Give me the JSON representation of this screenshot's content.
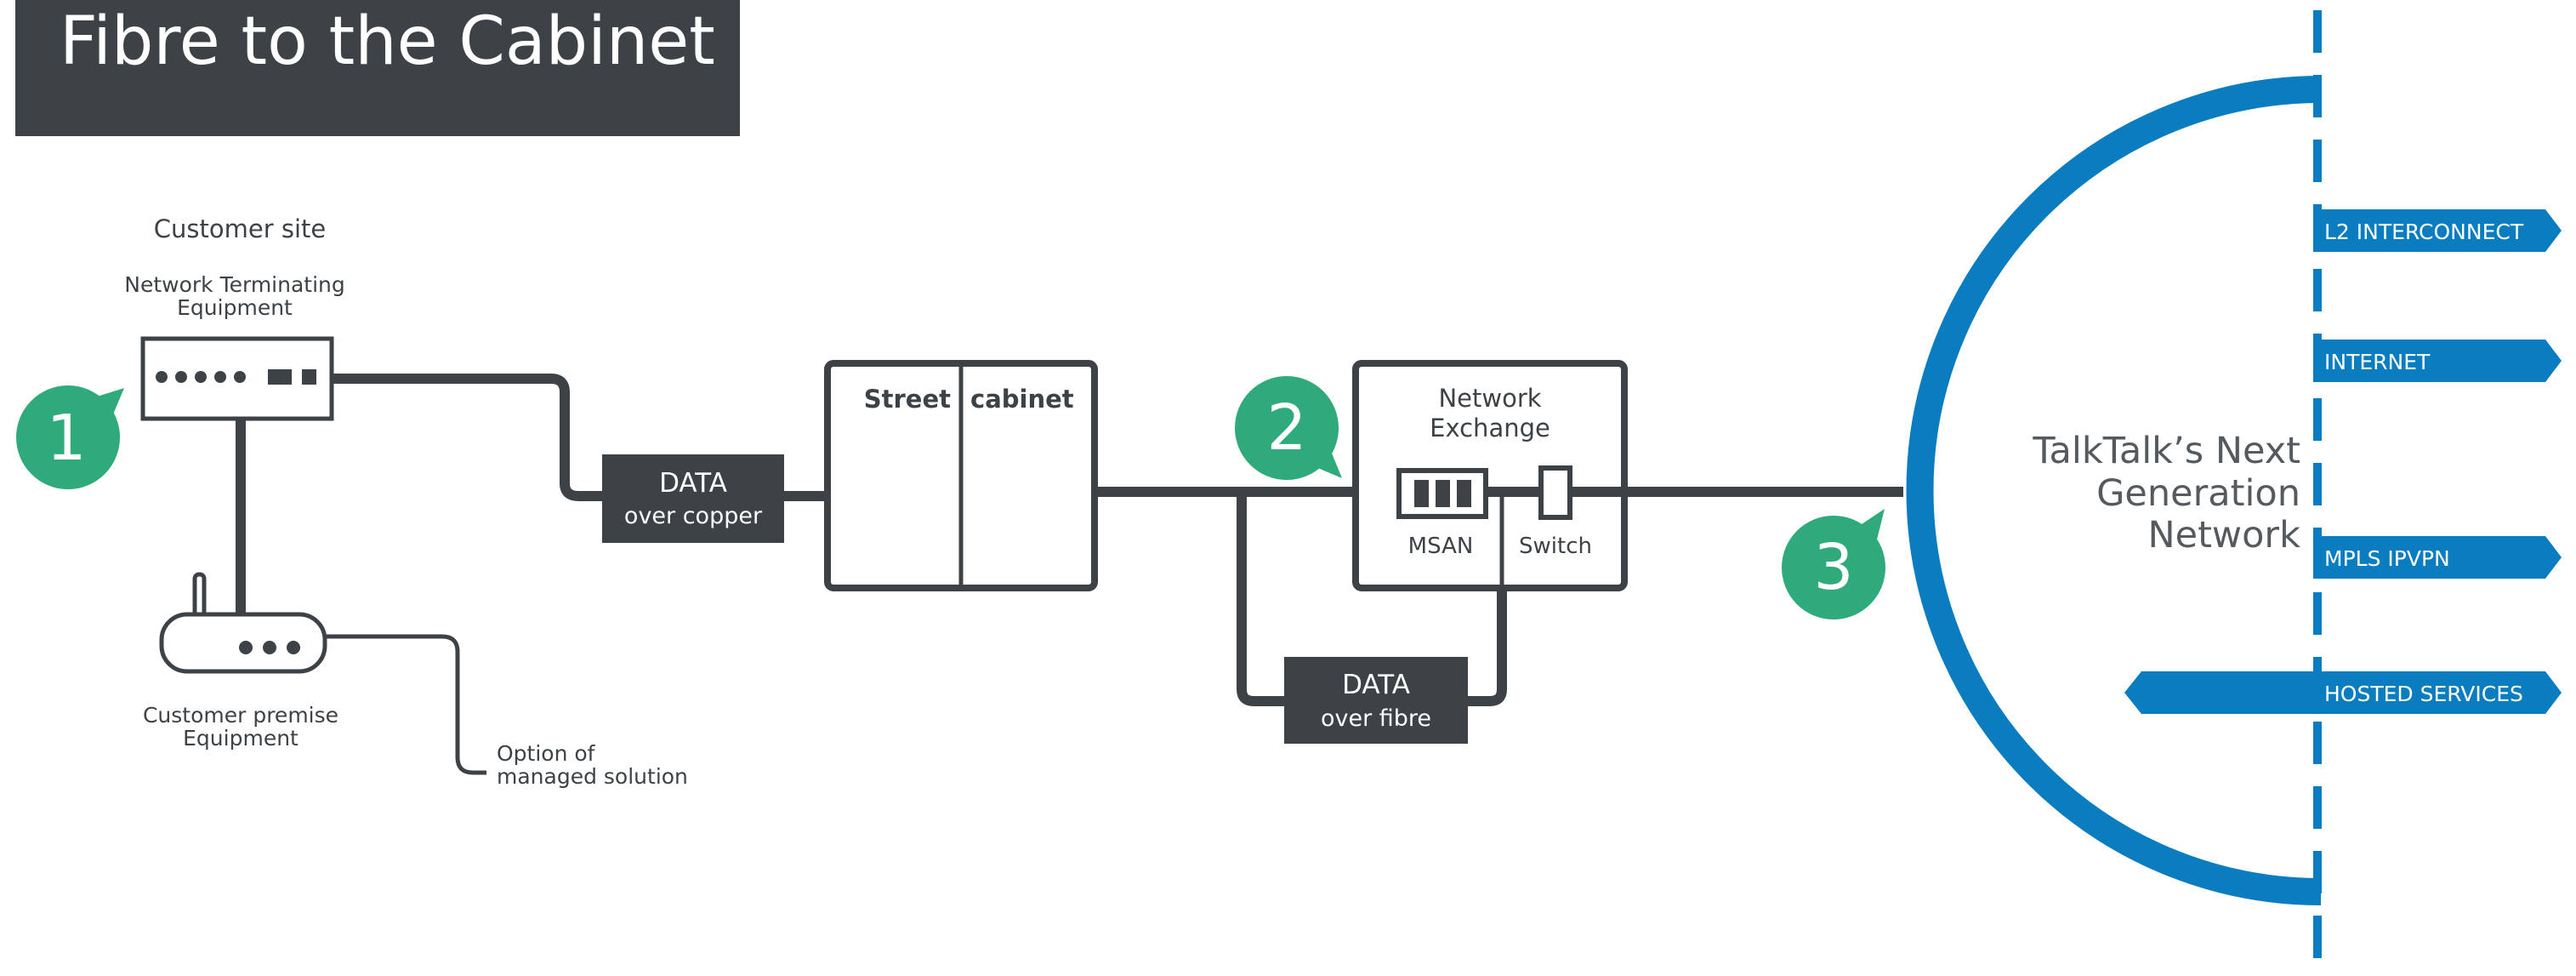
{
  "title": "Fibre to the Cabinet",
  "customer_site": {
    "heading": "Customer site",
    "nte_label_line1": "Network Terminating",
    "nte_label_line2": "Equipment",
    "cpe_label_line1": "Customer premise",
    "cpe_label_line2": "Equipment",
    "option_line1": "Option of",
    "option_line2": "managed solution"
  },
  "steps": [
    "1",
    "2",
    "3"
  ],
  "data_copper": {
    "line1": "DATA",
    "line2": "over copper"
  },
  "street_cabinet": {
    "left": "Street",
    "right": "cabinet"
  },
  "exchange": {
    "line1": "Network",
    "line2": "Exchange",
    "msan": "MSAN",
    "switch": "Switch"
  },
  "data_fibre": {
    "line1": "DATA",
    "line2": "over fibre"
  },
  "network": {
    "line1": "TalkTalk’s Next",
    "line2": "Generation",
    "line3": "Network"
  },
  "services": [
    "L2 INTERCONNECT",
    "INTERNET",
    "MPLS IPVPN",
    "HOSTED SERVICES"
  ],
  "colors": {
    "dark": "#3d4247",
    "green": "#2eaa7b",
    "blue": "#0a7cc0",
    "text": "#3d4247"
  }
}
